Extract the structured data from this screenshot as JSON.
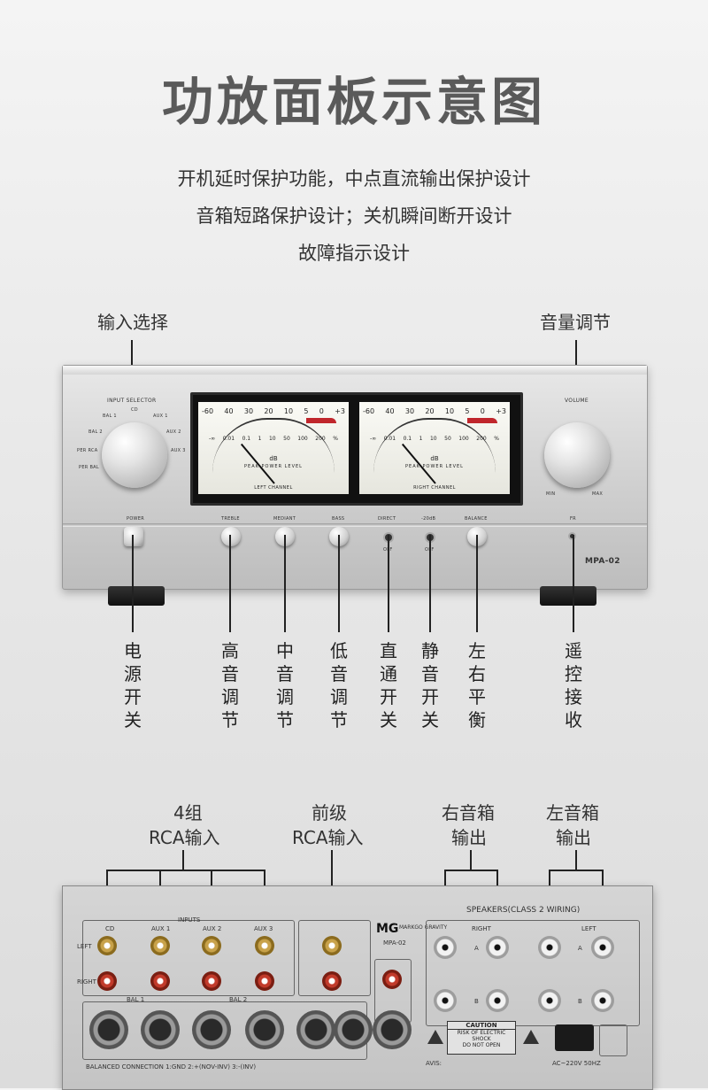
{
  "title": "功放面板示意图",
  "features": [
    "开机延时保护功能，中点直流输出保护设计",
    "音箱短路保护设计；关机瞬间断开设计",
    "故障指示设计"
  ],
  "front": {
    "top_labels": {
      "input_select": "输入选择",
      "volume": "音量调节"
    },
    "panel": {
      "input_selector": "INPUT SELECTOR",
      "inputs": [
        "CD",
        "BAL 1",
        "BAL 2",
        "PER RCA",
        "PER BAL",
        "AUX 1",
        "AUX 2",
        "AUX 3"
      ],
      "volume": "VOLUME",
      "volume_min": "MIN",
      "volume_max": "MAX",
      "power": "POWER",
      "treble": "TREBLE",
      "mediant": "MEDIANT",
      "bass": "BASS",
      "direct": "DIRECT",
      "mute": "-20dB",
      "balance": "BALANCE",
      "ir": "FR",
      "off": "OFF",
      "model": "MPA-02",
      "vu_scale": [
        "-60",
        "40",
        "30",
        "20",
        "10",
        "5",
        "0",
        "+3"
      ],
      "vu_scale2": [
        "-∞",
        "0.01",
        "0.1",
        "1",
        "10",
        "50",
        "100",
        "200",
        "%"
      ],
      "vu_db": "dB",
      "vu_peak": "PEAK POWER LEVEL",
      "left_channel": "LEFT CHANNEL",
      "right_channel": "RIGHT CHANNEL"
    },
    "bottom_labels": [
      {
        "chars": [
          "电",
          "源",
          "开",
          "关"
        ]
      },
      {
        "chars": [
          "高",
          "音",
          "调",
          "节"
        ]
      },
      {
        "chars": [
          "中",
          "音",
          "调",
          "节"
        ]
      },
      {
        "chars": [
          "低",
          "音",
          "调",
          "节"
        ]
      },
      {
        "chars": [
          "直",
          "通",
          "开",
          "关"
        ]
      },
      {
        "chars": [
          "静",
          "音",
          "开",
          "关"
        ]
      },
      {
        "chars": [
          "左",
          "右",
          "平",
          "衡"
        ]
      },
      {
        "chars": [
          "遥",
          "控",
          "接",
          "收"
        ]
      }
    ]
  },
  "rear": {
    "labels": {
      "rca_in_1": "4组",
      "rca_in_2": "RCA输入",
      "pre_in_1": "前级",
      "pre_in_2": "RCA输入",
      "right_out_1": "右音箱",
      "right_out_2": "输出",
      "left_out_1": "左音箱",
      "left_out_2": "输出"
    },
    "panel": {
      "inputs": "INPUTS",
      "cd": "CD",
      "aux1": "AUX 1",
      "aux2": "AUX 2",
      "aux3": "AUX 3",
      "left": "LEFT",
      "right": "RIGHT",
      "bal1": "BAL 1",
      "bal2": "BAL 2",
      "balanced": "BALANCED CONNECTION   1:GND  2:+(NOV-INV)  3:-(INV)",
      "brand_mg": "MG",
      "brand_name": "MARKGO GRAVITY",
      "model": "MPA-02",
      "speakers": "SPEAKERS(CLASS 2 WIRING)",
      "sp_right": "RIGHT",
      "sp_left": "LEFT",
      "a": "A",
      "b": "B",
      "caution": "CAUTION",
      "caution_1": "RISK OF ELECTRIC SHOCK",
      "caution_2": "DO NOT OPEN",
      "avis": "AVIS:",
      "power_spec": "AC~220V 50HZ"
    }
  }
}
